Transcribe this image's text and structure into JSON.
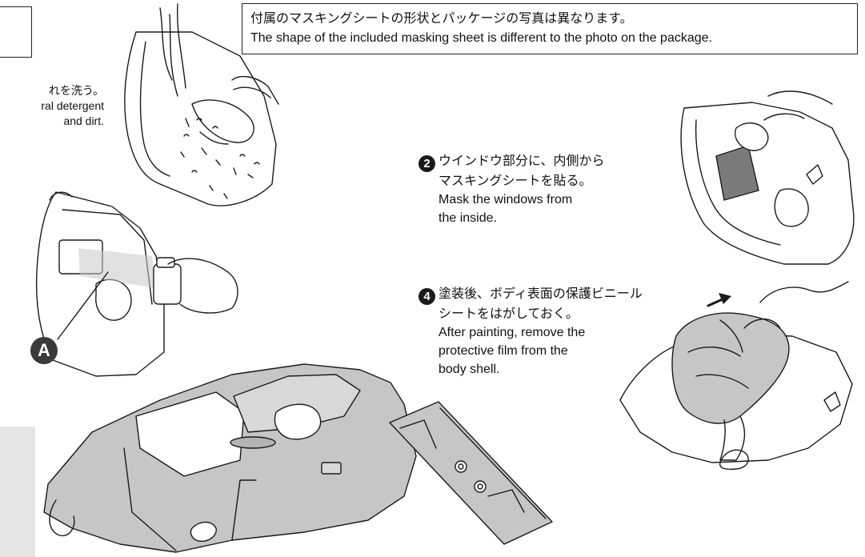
{
  "notice": {
    "line_jp": "付属のマスキングシートの形状とパッケージの写真は異なります。",
    "line_en": "The shape of the included masking sheet is different to the photo on the package."
  },
  "step1": {
    "line_jp": "れを洗う。",
    "line_en1": "ral detergent",
    "line_en2": "and dirt."
  },
  "step2": {
    "number": "2",
    "jp1": "ウインドウ部分に、内側から",
    "jp2": "マスキングシートを貼る。",
    "en1": "Mask the windows from",
    "en2": "the inside."
  },
  "step4": {
    "number": "4",
    "jp1": "塗装後、ボディ表面の保護ビニール",
    "jp2": "シートをはがしておく。",
    "en1": "After painting, remove the",
    "en2": "protective film from the",
    "en3": "body shell."
  },
  "callout_a": "A",
  "colors": {
    "body_grey": "#c6c6c6",
    "ink": "#1a1a1a",
    "panel": "#e5e5e8"
  }
}
